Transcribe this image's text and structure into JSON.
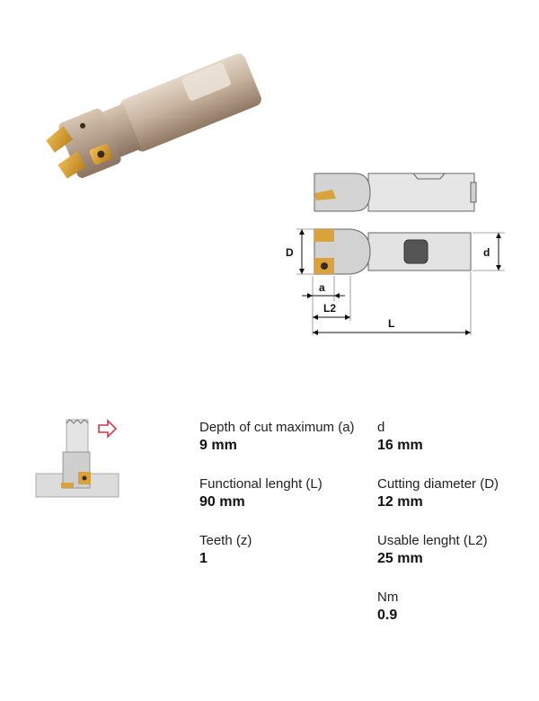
{
  "diagram": {
    "dim_D": "D",
    "dim_d": "d",
    "dim_a": "a",
    "dim_L2": "L2",
    "dim_L": "L"
  },
  "specs": {
    "depth_label": "Depth of cut maximum (a)",
    "depth_value": "9 mm",
    "functional_label": "Functional lenght (L)",
    "functional_value": "90 mm",
    "teeth_label": "Teeth (z)",
    "teeth_value": "1",
    "d_label": "d",
    "d_value": "16 mm",
    "cutting_label": "Cutting diameter (D)",
    "cutting_value": "12 mm",
    "usable_label": "Usable lenght (L2)",
    "usable_value": "25 mm",
    "nm_label": "Nm",
    "nm_value": "0.9"
  },
  "colors": {
    "shank": "#c9b7a4",
    "insert": "#d9a23a",
    "arrow": "#d1354a"
  }
}
